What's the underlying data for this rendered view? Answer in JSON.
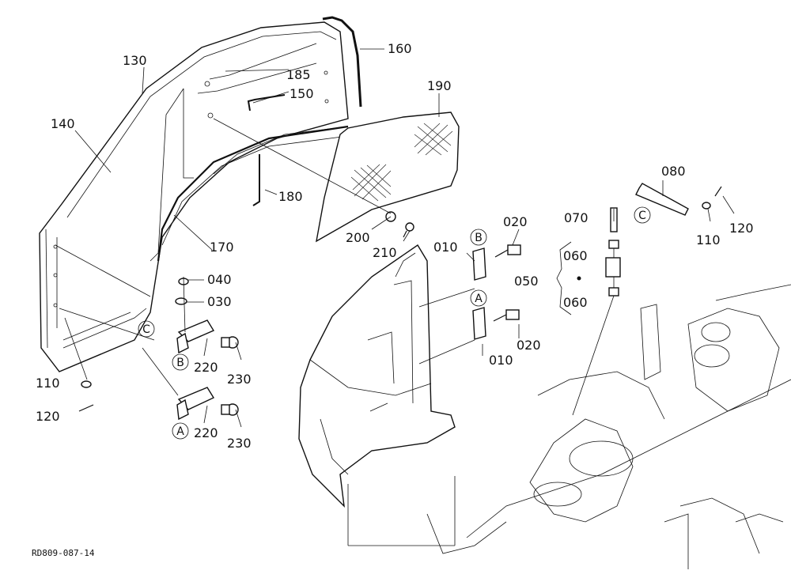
{
  "diagram": {
    "reference_code": "RD809-087-14",
    "callouts": {
      "c010a": "010",
      "c010b": "010",
      "c020a": "020",
      "c020b": "020",
      "c030": "030",
      "c040": "040",
      "c050": "050",
      "c060a": "060",
      "c060b": "060",
      "c070": "070",
      "c080": "080",
      "c110a": "110",
      "c110b": "110",
      "c120a": "120",
      "c120b": "120",
      "c130": "130",
      "c140": "140",
      "c150": "150",
      "c160": "160",
      "c170": "170",
      "c180": "180",
      "c185": "185",
      "c190": "190",
      "c200": "200",
      "c210": "210",
      "c220a": "220",
      "c220b": "220",
      "c230a": "230",
      "c230b": "230"
    },
    "markers": {
      "A1": "A",
      "A2": "A",
      "B1": "B",
      "B2": "B",
      "C1": "C",
      "C2": "C"
    }
  }
}
